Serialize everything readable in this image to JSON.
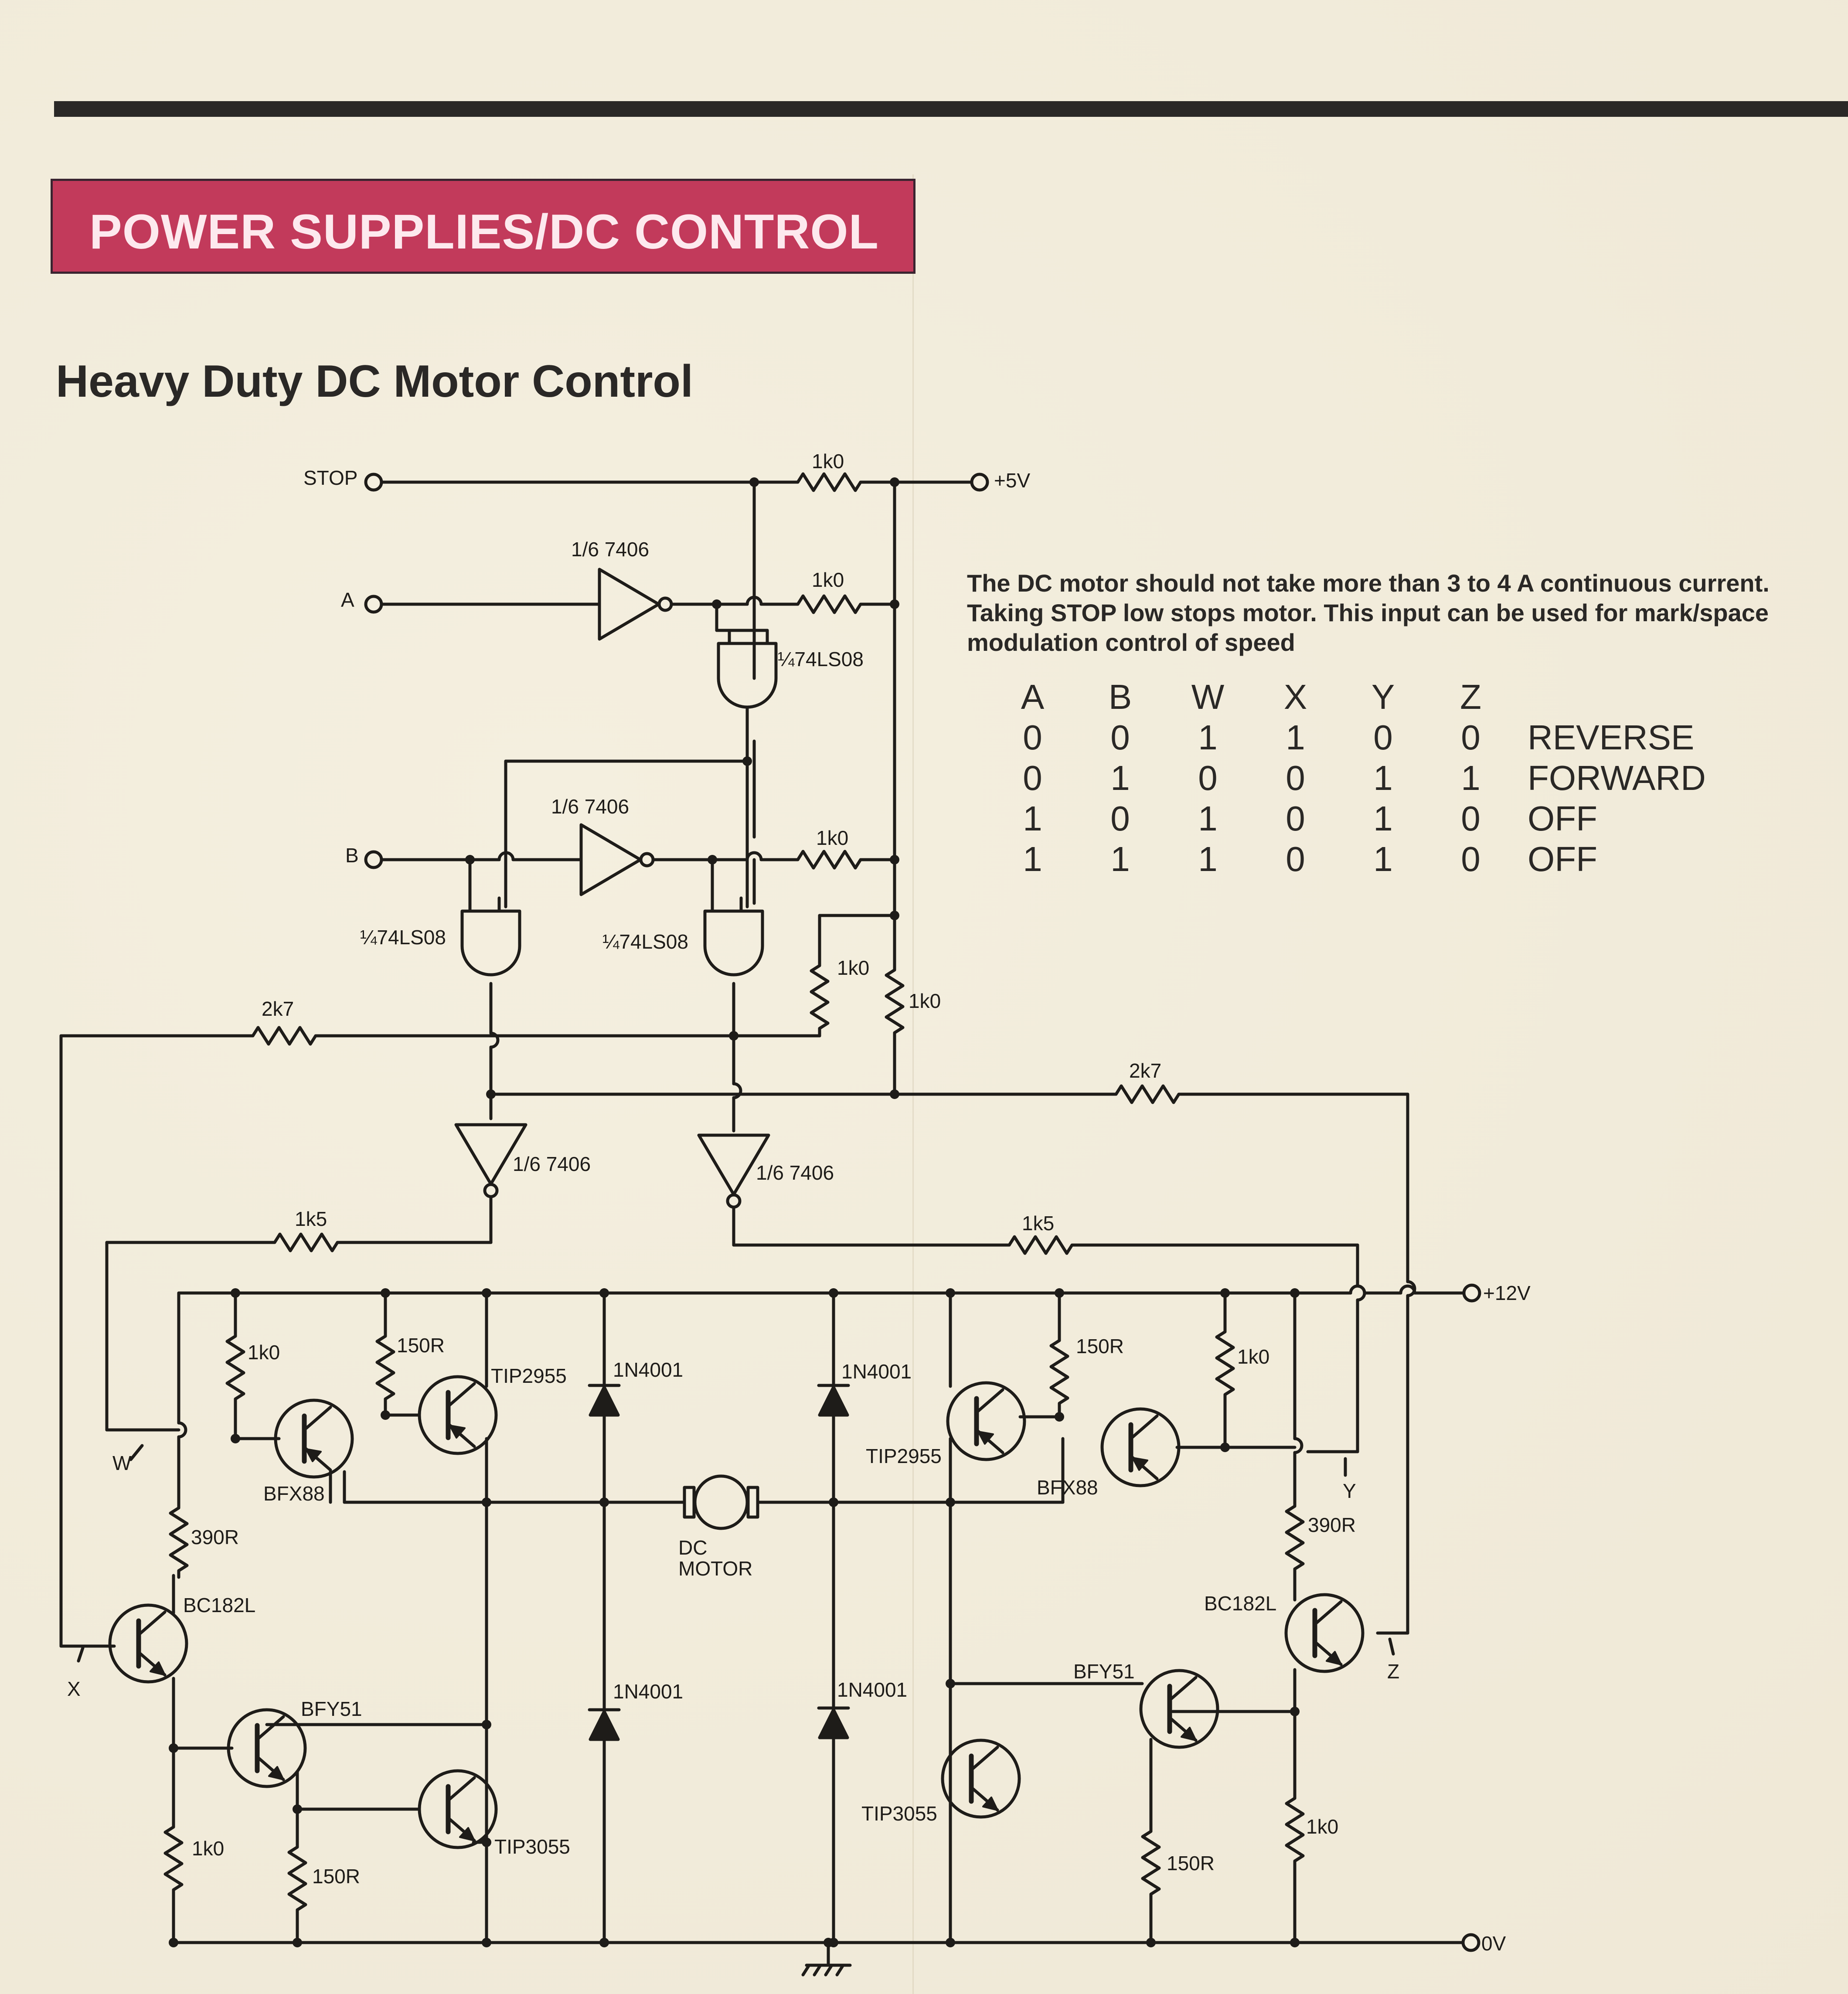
{
  "section": {
    "banner": "POWER SUPPLIES/DC CONTROL"
  },
  "article": {
    "title": "Heavy Duty DC Motor Control",
    "description": [
      "The DC motor should not take more than 3 to 4 A continuous current.",
      "Taking STOP low stops motor. This input can be used for mark/space",
      "modulation control of speed"
    ]
  },
  "truth_table": {
    "headers": [
      "A",
      "B",
      "W",
      "X",
      "Y",
      "Z",
      ""
    ],
    "rows": [
      [
        "0",
        "0",
        "1",
        "1",
        "0",
        "0",
        "REVERSE"
      ],
      [
        "0",
        "1",
        "0",
        "0",
        "1",
        "1",
        "FORWARD"
      ],
      [
        "1",
        "0",
        "1",
        "0",
        "1",
        "0",
        "OFF"
      ],
      [
        "1",
        "1",
        "1",
        "0",
        "1",
        "0",
        "OFF"
      ]
    ]
  },
  "schematic": {
    "terminals": {
      "stop": "STOP",
      "a": "A",
      "b": "B",
      "plus5v": "+5V",
      "plus12v": "+12V",
      "zero_v": "0V"
    },
    "gates": {
      "inv_a": "1/6 7406",
      "inv_b": "1/6 7406",
      "inv_left": "1/6 7406",
      "inv_right": "1/6 7406",
      "and_top": "¼74LS08",
      "and_left": "¼74LS08",
      "and_mid": "¼74LS08"
    },
    "resistors": {
      "r_stop": "1k0",
      "r_a": "1k0",
      "r_b": "1k0",
      "r_mid": "1k0",
      "r_right": "1k0",
      "r_fb_left": "2k7",
      "r_fb_right": "2k7",
      "r_drive_left": "1k5",
      "r_drive_right": "1k5",
      "r_hi_l1": "1k0",
      "r_hi_l2": "150R",
      "r_hi_r1": "150R",
      "r_hi_r2": "1k0",
      "r_390_left": "390R",
      "r_390_right": "390R",
      "r_lo_l1": "1k0",
      "r_lo_l2": "150R",
      "r_lo_r1": "150R",
      "r_lo_r2": "1k0"
    },
    "transistors": {
      "q_bfx_l": "BFX88",
      "q_tip_hl": "TIP2955",
      "q_tip_hr": "TIP2955",
      "q_bfx_r": "BFX88",
      "q_bc_l": "BC182L",
      "q_bc_r": "BC182L",
      "q_bfy_l": "BFY51",
      "q_bfy_r": "BFY51",
      "q_tip_ll": "TIP3055",
      "q_tip_lr": "TIP3055"
    },
    "diodes": {
      "d_hl": "1N4001",
      "d_hr": "1N4001",
      "d_ll": "1N4001",
      "d_lr": "1N4001"
    },
    "motor": {
      "line1": "DC",
      "line2": "MOTOR"
    },
    "nodes": {
      "w": "W",
      "x": "X",
      "y": "Y",
      "z": "Z"
    }
  }
}
